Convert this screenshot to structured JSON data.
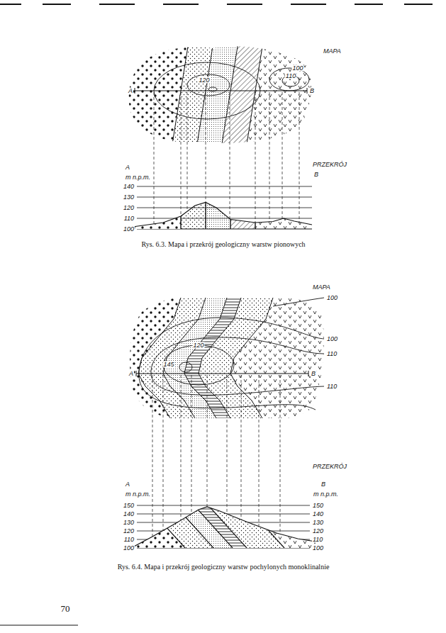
{
  "diagram": {
    "labels": [
      "MAPA",
      "A",
      "B",
      "120",
      "100",
      "110",
      "PRZEKRÓJ",
      "B",
      "A",
      "m n.p.m.",
      "140",
      "130",
      "120",
      "110",
      "100",
      "Rys. 6.3. Mapa i przekrój geologiczny warstw pionowych",
      "MAPA",
      "100",
      "100",
      "110",
      "120",
      "145",
      "110",
      "A",
      "B",
      "PRZEKRÓJ",
      "A",
      "m n.p.m.",
      "B",
      "m n.p.m.",
      "150",
      "140",
      "130",
      "120",
      "110",
      "100",
      "150",
      "140",
      "130",
      "120",
      "110",
      "100",
      "Rys. 6.4. Mapa i przekrój geologiczny warstw pochylonych monoklinalnie",
      "70"
    ]
  }
}
